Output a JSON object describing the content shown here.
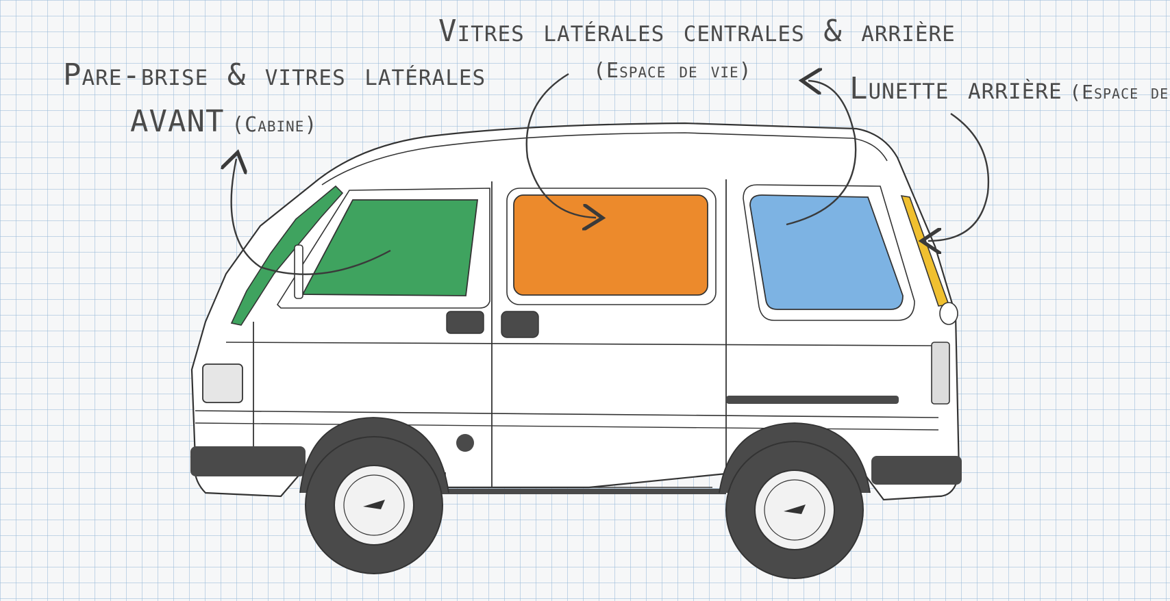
{
  "labels": {
    "front_line1": "Pare-brise & vitres latérales",
    "front_line2_main": "AVANT",
    "front_line2_paren": "(Cabine)",
    "center_line1": "Vitres latérales centrales & arrière",
    "center_line2": "(Espace de vie)",
    "rear_main": "Lunette arrière",
    "rear_paren": "(Espace de vie)"
  },
  "colors": {
    "windshield_front_window": "#3fa35f",
    "center_window": "#ec8a2c",
    "rear_side_window": "#7db3e3",
    "rear_windshield": "#f0c030",
    "ink": "#333333",
    "tire": "#4a4a4a"
  },
  "icons": [
    "curved-arrow-icon"
  ]
}
